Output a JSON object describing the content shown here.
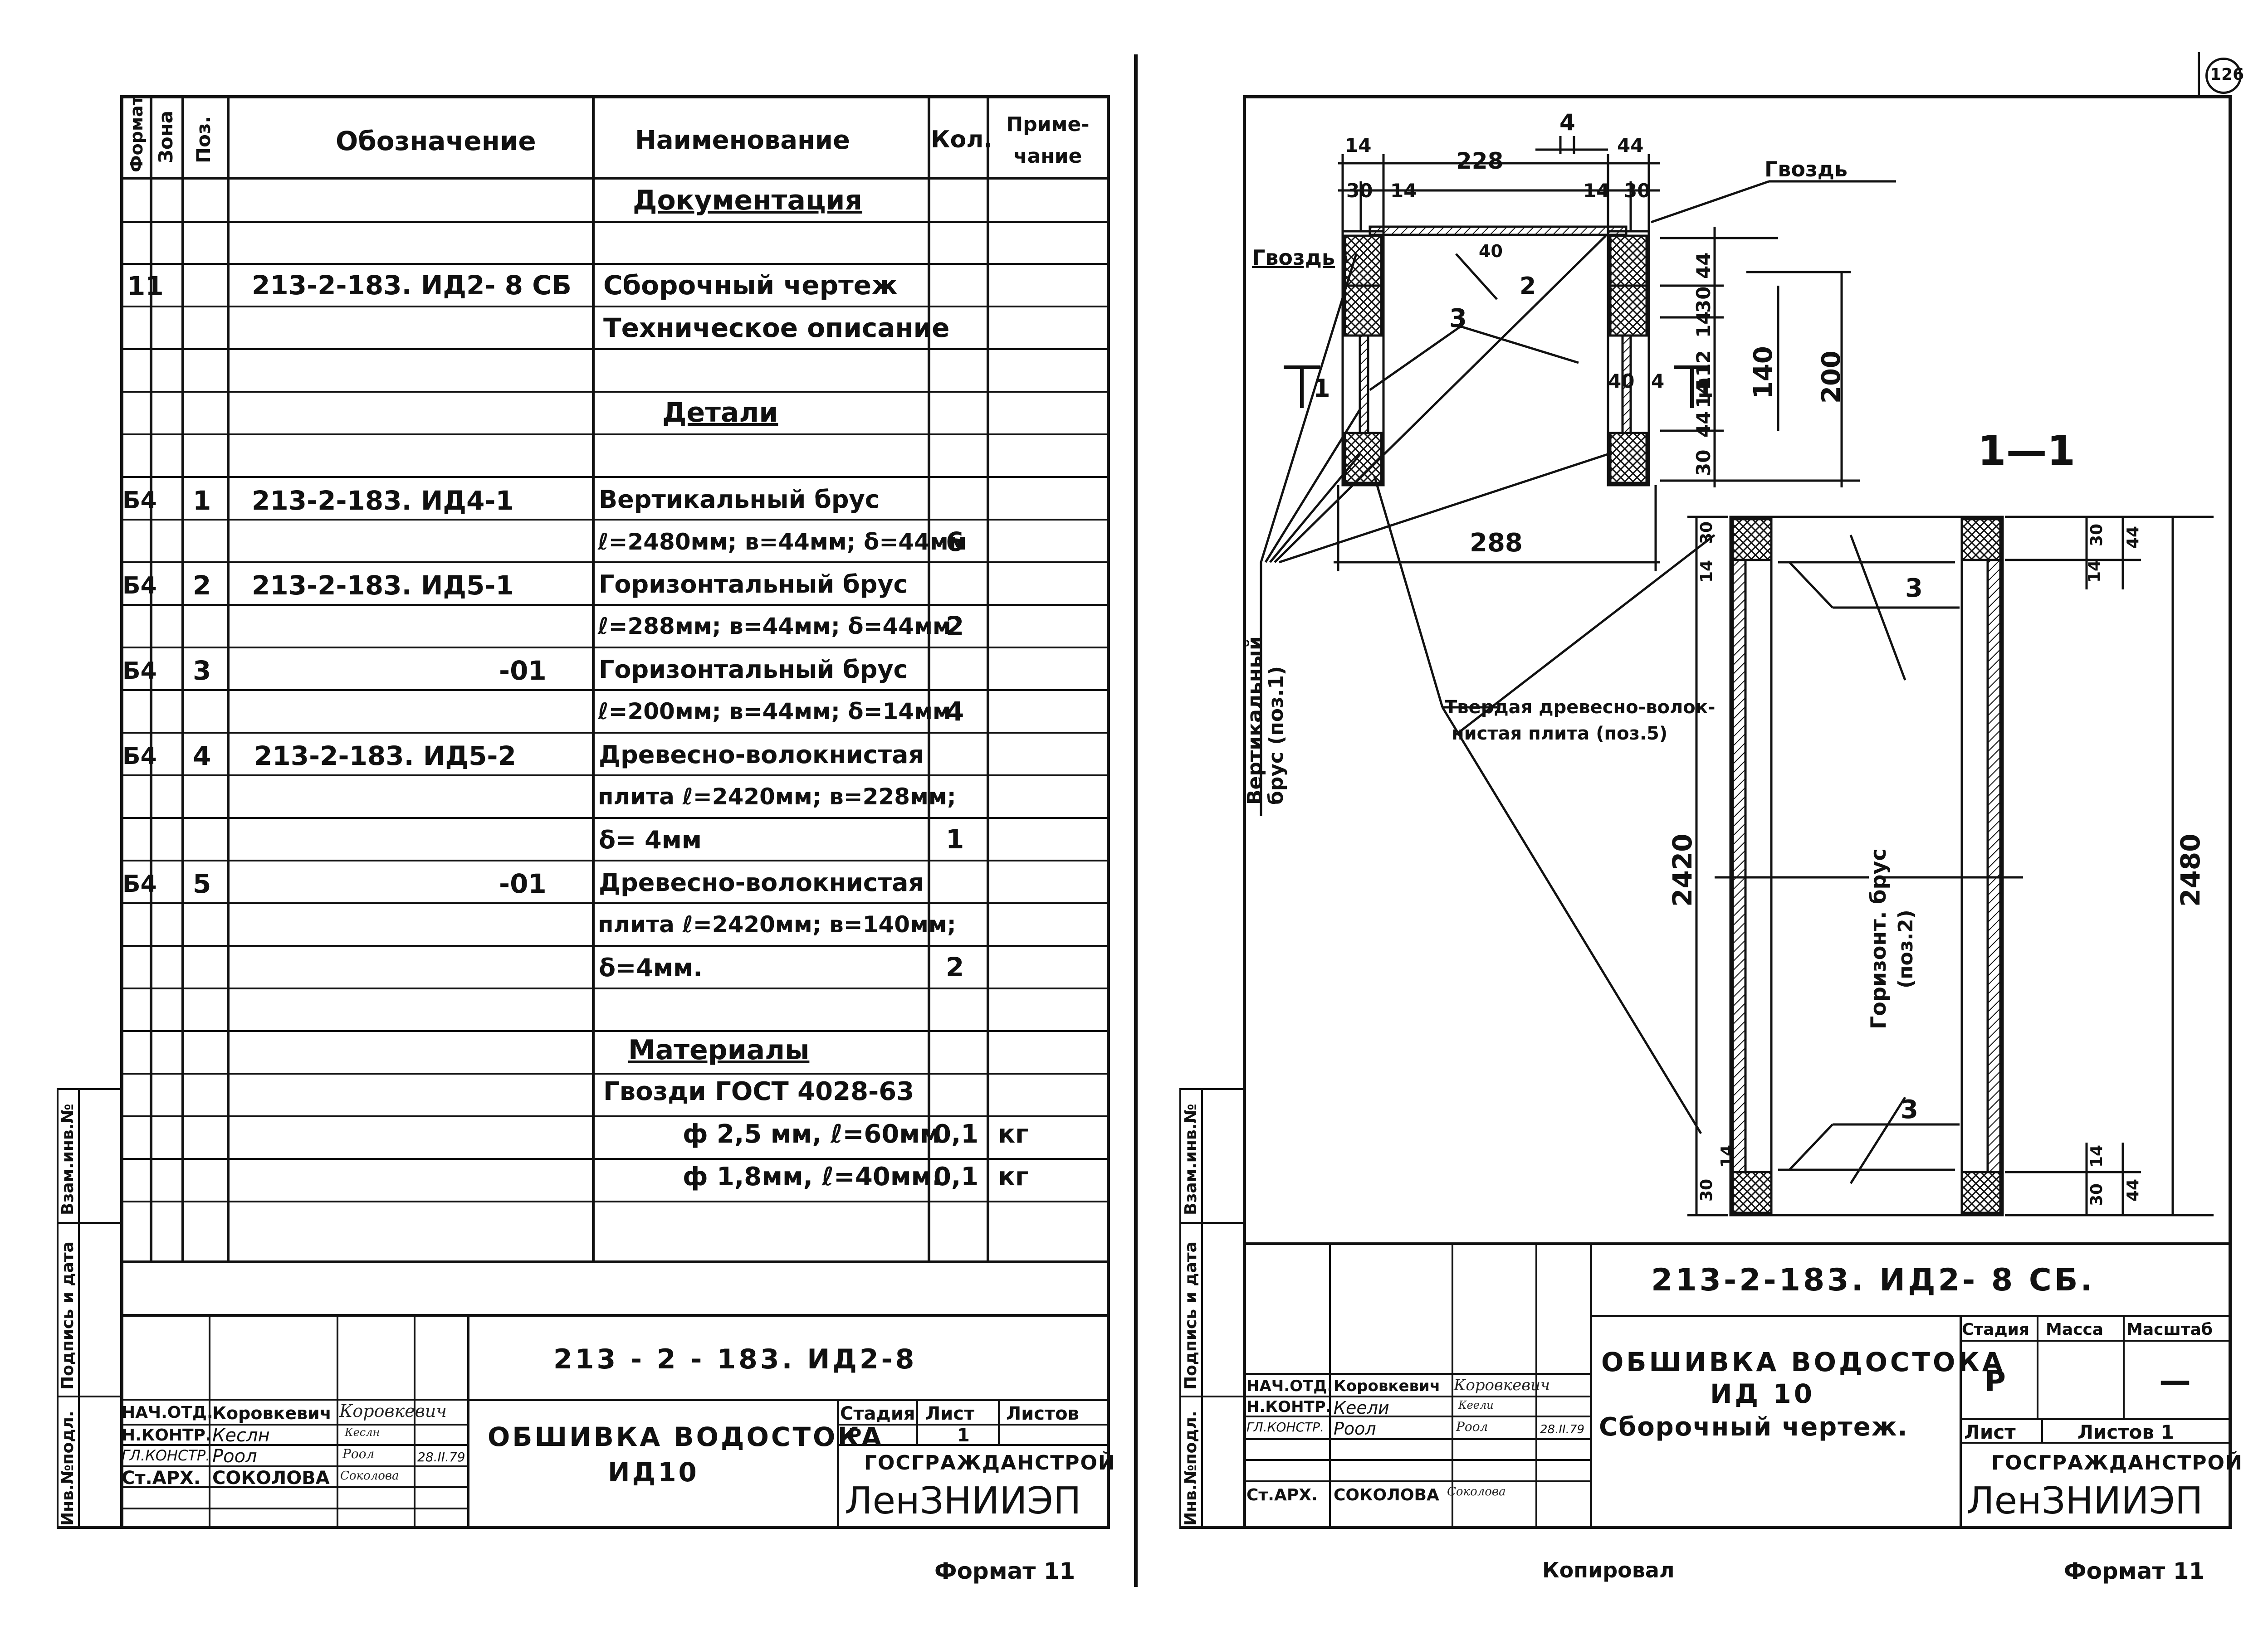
{
  "spec_table": {
    "headers": {
      "format": "Формат",
      "zone": "Зона",
      "pos": "Поз.",
      "designation": "Обозначение",
      "name": "Наименование",
      "qty": "Кол.",
      "note": "Приме-чание"
    },
    "rows": [
      {
        "format": "",
        "pos": "",
        "designation": "",
        "name": "Документация",
        "qty": ""
      },
      {
        "format": "11",
        "pos": "",
        "designation": "213-2-183. ИД2- 8 СБ",
        "name": "Сборочный чертеж",
        "qty": ""
      },
      {
        "format": "",
        "pos": "",
        "designation": "",
        "name": "Техническое описание",
        "qty": ""
      },
      {
        "format": "",
        "pos": "",
        "designation": "",
        "name": "Детали",
        "qty": ""
      },
      {
        "format": "Б4",
        "pos": "1",
        "designation": "213-2-183. ИД4-1",
        "name": "Вертикальный брус",
        "qty": ""
      },
      {
        "format": "",
        "pos": "",
        "designation": "",
        "name": "ℓ=2480мм; в=44мм; δ=44мм",
        "qty": "6"
      },
      {
        "format": "Б4",
        "pos": "2",
        "designation": "213-2-183. ИД5-1",
        "name": "Горизонтальный брус",
        "qty": ""
      },
      {
        "format": "",
        "pos": "",
        "designation": "",
        "name": "ℓ=288мм; в=44мм; δ=44мм",
        "qty": "2"
      },
      {
        "format": "Б4",
        "pos": "3",
        "designation": "-01",
        "name": "Горизонтальный брус",
        "qty": ""
      },
      {
        "format": "",
        "pos": "",
        "designation": "",
        "name": "ℓ=200мм; в=44мм; δ=14мм",
        "qty": "4"
      },
      {
        "format": "Б4",
        "pos": "4",
        "designation": "213-2-183. ИД5-2",
        "name": "Древесно-волокнистая",
        "qty": ""
      },
      {
        "format": "",
        "pos": "",
        "designation": "",
        "name": "плита ℓ=2420мм; в=228мм;",
        "qty": ""
      },
      {
        "format": "",
        "pos": "",
        "designation": "",
        "name": "δ= 4мм",
        "qty": "1"
      },
      {
        "format": "Б4",
        "pos": "5",
        "designation": "-01",
        "name": "Древесно-волокнистая",
        "qty": ""
      },
      {
        "format": "",
        "pos": "",
        "designation": "",
        "name": "плита ℓ=2420мм; в=140мм;",
        "qty": ""
      },
      {
        "format": "",
        "pos": "",
        "designation": "",
        "name": "δ=4мм.",
        "qty": "2"
      },
      {
        "format": "",
        "pos": "",
        "designation": "",
        "name": "Материалы",
        "qty": ""
      },
      {
        "format": "",
        "pos": "",
        "designation": "",
        "name": "Гвозди ГОСТ 4028-63",
        "qty": ""
      },
      {
        "format": "",
        "pos": "",
        "designation": "",
        "name": "ф 2,5 мм, ℓ=60мм",
        "qty": "0,1",
        "note": "кг"
      },
      {
        "format": "",
        "pos": "",
        "designation": "",
        "name": "ф 1,8мм, ℓ=40мм.",
        "qty": "0,1",
        "note": "кг"
      }
    ]
  },
  "left_title_block": {
    "code": "213 - 2 - 183. ИД2-8",
    "title_line1": "ОБШИВКА ВОДОСТОКА",
    "title_line2": "ИД10",
    "stage_label": "Стадия",
    "sheet_label": "Лист",
    "sheets_label": "Листов",
    "stage": "Р",
    "sheet": "1",
    "org1": "ГОСГРАЖДАНСТРОЙ",
    "org2": "ЛенЗНИИЭП",
    "people": [
      {
        "role": "НАЧ.ОТД.",
        "name": "Коровкевич"
      },
      {
        "role": "Н.КОНТР.",
        "name": "Кеслн"
      },
      {
        "role": "ГЛ.КОНСТР.",
        "name": "Роол",
        "date": "28.II.79"
      },
      {
        "role": "Ст.АРХ.",
        "name": "СОКОЛОВА"
      }
    ],
    "signatures": [
      "Коровкевич",
      "Кеслн",
      "Роол",
      "Соколова"
    ]
  },
  "right_title_block": {
    "code": "213-2-183. ИД2- 8 СБ.",
    "title_line1": "ОБШИВКА ВОДОСТОКА",
    "title_line2": "ИД 10",
    "title_line3": "Сборочный чертеж.",
    "stage_label": "Стадия",
    "mass_label": "Масса",
    "scale_label": "Масштаб",
    "stage": "Р",
    "scale": "—",
    "sheet_label": "Лист",
    "sheets_label": "Листов 1",
    "org1": "ГОСГРАЖДАНСТРОЙ",
    "org2": "ЛенЗНИИЭП",
    "people": [
      {
        "role": "НАЧ.ОТД.",
        "name": "Коровкевич"
      },
      {
        "role": "Н.КОНТР.",
        "name": "Кеели"
      },
      {
        "role": "ГЛ.КОНСТР.",
        "name": "Роол",
        "date": "28.II.79"
      },
      {
        "role": "Ст.АРХ.",
        "name": "СОКОЛОВА"
      }
    ],
    "signatures": [
      "Коровкевич",
      "Кеели",
      "Роол",
      "Соколова"
    ]
  },
  "side_labels": {
    "left": [
      "Инв.№подл.",
      "Подпись и дата",
      "Взам.инв.№"
    ],
    "right": [
      "Инв.№подл.",
      "Подпись и дата",
      "Взам.инв.№"
    ]
  },
  "footer": {
    "left_format": "Формат 11",
    "copied": "Копировал",
    "right_format": "Формат 11"
  },
  "page_number": "126",
  "drawing": {
    "section_label": "1—1",
    "cut_mark": "1",
    "nail_left": "Гвоздь",
    "nail_right": "Гвоздь",
    "vertical_bar_line1": "Вертикальный",
    "vertical_bar_line2": "брус (поз.1)",
    "fiberboard_line1": "Твердая древесно-волок-",
    "fiberboard_line2": "нистая плита (поз.5)",
    "horizontal_bar_line1": "Горизонт. брус",
    "horizontal_bar_line2": "(поз.2)",
    "pos2": "2",
    "pos3": "3",
    "dims": {
      "d4_top": "4",
      "d14a": "14",
      "d228": "228",
      "d44_top": "44",
      "d30a": "30",
      "d14b": "14",
      "d14c": "14",
      "d30b": "30",
      "d40a": "40",
      "d40b": "40",
      "d4b": "4",
      "d288": "288",
      "d44r": "44",
      "d30r": "30",
      "d14r": "14",
      "d112": "112",
      "d14r2": "14",
      "d44r2": "44",
      "d30r3": "30",
      "d140": "140",
      "d200": "200",
      "d2420": "2420",
      "d2480": "2480",
      "s30": "30",
      "s44": "44",
      "s14": "14",
      "s14b": "14",
      "s30b": "30",
      "s44b": "44",
      "s14c": "14",
      "s14d": "14",
      "s30c": "30",
      "s30d": "30"
    }
  }
}
